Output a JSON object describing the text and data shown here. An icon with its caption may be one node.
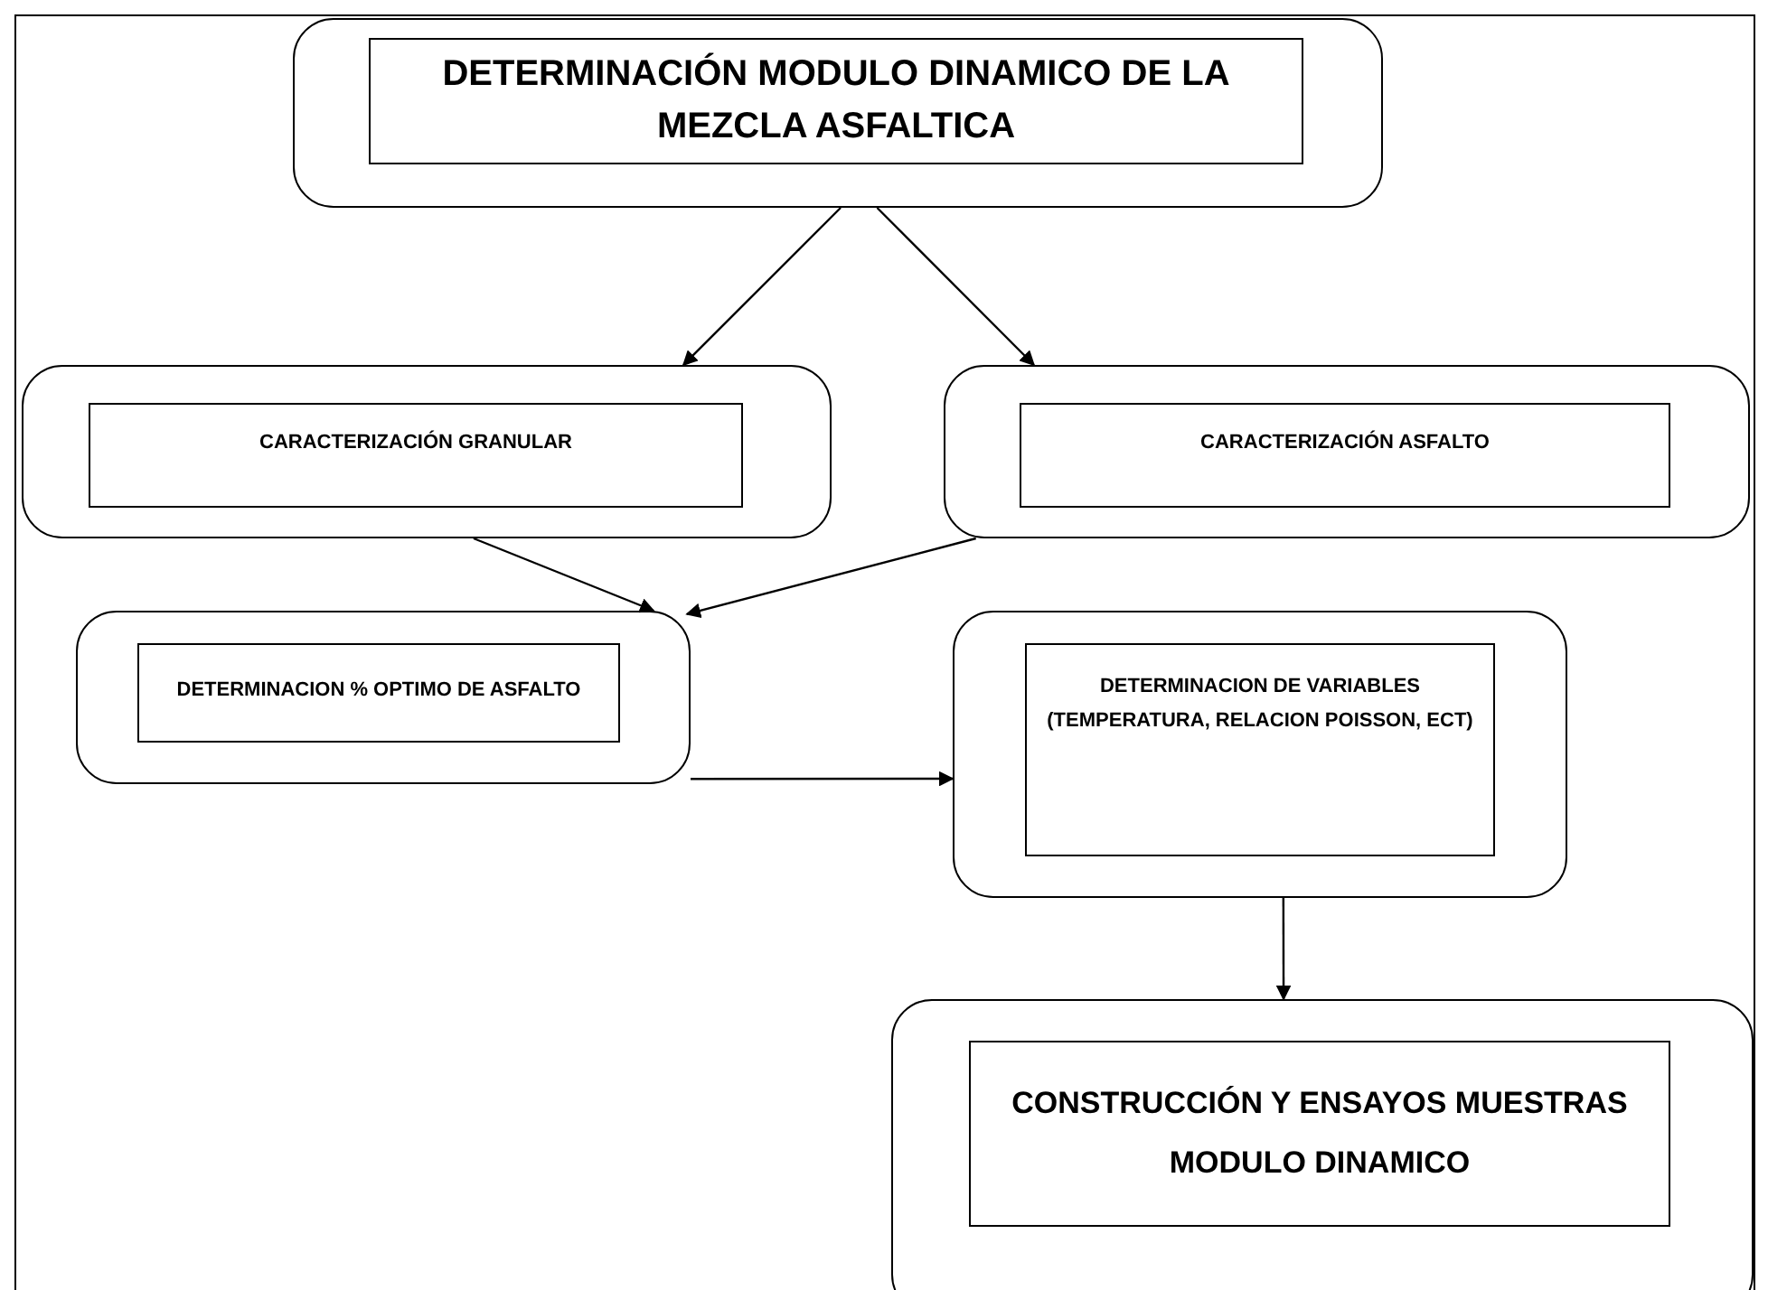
{
  "diagram": {
    "nodes": [
      {
        "text": [],
        "shape": "box"
      },
      {
        "text": [
          "DETERMINACIÓN MODULO DINAMICO DE LA MEZCLA ASFALTICA"
        ],
        "in": 0
      },
      {
        "text": [],
        "shape": "box"
      },
      {
        "text": [
          "CARACTERIZACIÓN GRANULAR"
        ],
        "in": 2
      },
      {
        "text": [],
        "shape": "box"
      },
      {
        "text": [
          "CARACTERIZACIÓN ASFALTO"
        ],
        "in": 4
      },
      {
        "text": [],
        "shape": "box"
      },
      {
        "text": [
          "DETERMINACION % OPTIMO DE ASFALTO"
        ],
        "in": 6
      },
      {
        "text": [],
        "shape": "box"
      },
      {
        "text": [
          "DETERMINACION DE VARIABLES (TEMPERATURA, RELACION POISSON, ECT)"
        ],
        "in": 8
      },
      {
        "text": [],
        "shape": "box"
      },
      {
        "text": [
          "CONSTRUCCIÓN Y ENSAYOS MUESTRAS MODULO DINAMICO"
        ],
        "in": 10
      }
    ],
    "edges": [
      {
        "from": 0,
        "to": 2,
        "arrow": "to"
      },
      {
        "from": 0,
        "to": 4,
        "arrow": "to"
      },
      {
        "from": 2,
        "to": 6,
        "arrow": "to"
      },
      {
        "from": 4,
        "to": 6,
        "arrow": "to"
      },
      {
        "from": 6,
        "to": 8,
        "arrow": "to"
      },
      {
        "from": 8,
        "to": 10,
        "arrow": "to"
      }
    ]
  }
}
